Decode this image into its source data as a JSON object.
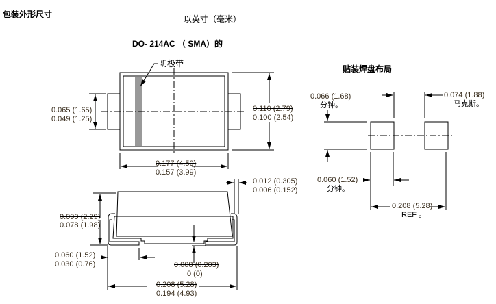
{
  "header": {
    "package_title": "包装外形尺寸",
    "units_note": "以英寸（毫米）",
    "package_name": "DO- 214AC （ SMA）的"
  },
  "top_view": {
    "cathode_label": "阴极带",
    "left_height": {
      "max": "0.065 (1.65)",
      "min": "0.049 (1.25)"
    },
    "right_height": {
      "max": "0.110 (2.79)",
      "min": "0.100 (2.54)"
    },
    "body_width": {
      "max": "0.177 (4.50)",
      "min": "0.157 (3.99)"
    }
  },
  "side_view": {
    "lead_thickness": {
      "max": "0.012 (0.305)",
      "min": "0.006 (0.152)"
    },
    "height": {
      "max": "0.090 (2.29)",
      "min": "0.078 (1.98)"
    },
    "lead_length": {
      "max": "0.060 (1.52)",
      "min": "0.030 (0.76)"
    },
    "standoff": {
      "max": "0.008 (0.203)",
      "min": "0 (0)"
    },
    "overall_width": {
      "max": "0.208 (5.28)",
      "min": "0.194 (4.93)"
    }
  },
  "pad_layout": {
    "title": "贴装焊盘布局",
    "pad_height": {
      "value": "0.066 (1.68)",
      "note": "分钟。"
    },
    "pad_width": {
      "value": "0.074 (1.88)",
      "note": "马克斯。"
    },
    "pad_gap": {
      "value": "0.060 (1.52)",
      "note": "分钟。"
    },
    "pitch": {
      "value": "0.208 (5.28)",
      "note": "REF 。"
    }
  }
}
